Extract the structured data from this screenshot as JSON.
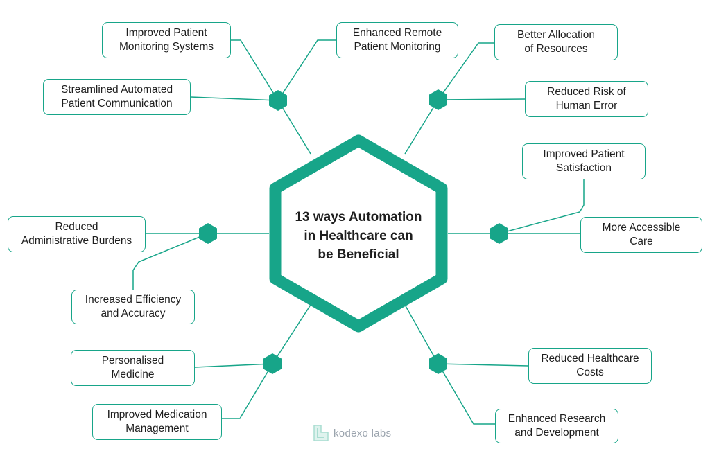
{
  "title": "13 ways Automation\nin Healthcare can\nbe Beneficial",
  "benefits": [
    "Improved Patient\nMonitoring Systems",
    "Enhanced Remote\nPatient Monitoring",
    "Better Allocation\nof Resources",
    "Streamlined Automated\nPatient Communication",
    "Reduced Risk of\nHuman Error",
    "Improved Patient\nSatisfaction",
    "Reduced\nAdministrative Burdens",
    "More Accessible\nCare",
    "Increased Efficiency\nand Accuracy",
    "Personalised\nMedicine",
    "Reduced Healthcare\nCosts",
    "Improved Medication\nManagement",
    "Enhanced Research\nand Development"
  ],
  "logo": {
    "text": "kodexo labs"
  },
  "colors": {
    "accent": "#17a589",
    "text": "#1e1e1e",
    "logo": "#9aa3ad"
  }
}
